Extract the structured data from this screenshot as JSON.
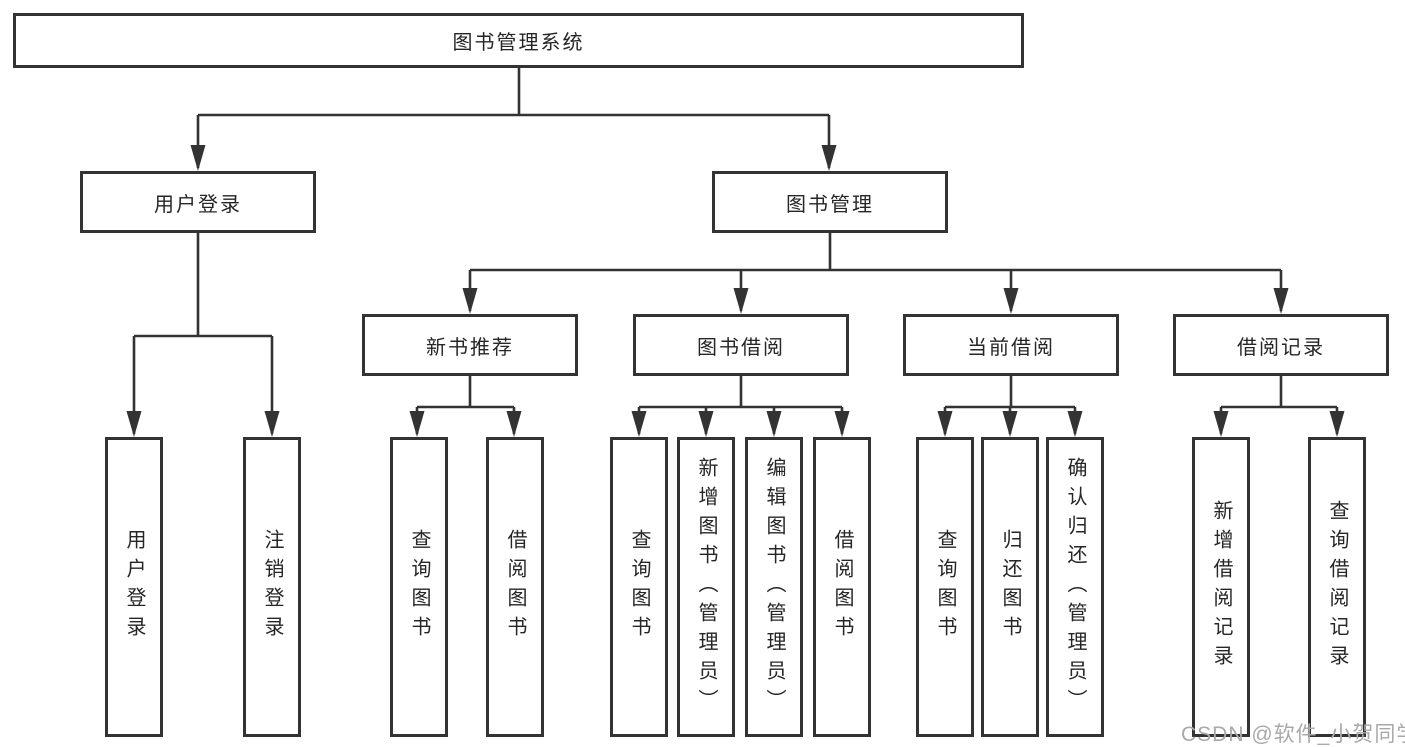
{
  "diagram": {
    "title": "图书管理系统",
    "nodes": [
      {
        "id": "root",
        "label": "图书管理系统"
      },
      {
        "id": "user-login",
        "label": "用户登录"
      },
      {
        "id": "book-mgmt",
        "label": "图书管理"
      },
      {
        "id": "new-book-rec",
        "label": "新书推荐"
      },
      {
        "id": "book-borrow",
        "label": "图书借阅"
      },
      {
        "id": "current-borrow",
        "label": "当前借阅"
      },
      {
        "id": "borrow-record",
        "label": "借阅记录"
      },
      {
        "id": "leaf-user-login",
        "label": "用户登录"
      },
      {
        "id": "leaf-logout",
        "label": "注销登录"
      },
      {
        "id": "leaf-query-books-rec",
        "label": "查询图书"
      },
      {
        "id": "leaf-borrow-books-rec",
        "label": "借阅图书"
      },
      {
        "id": "leaf-query-books-borrow",
        "label": "查询图书"
      },
      {
        "id": "leaf-add-books",
        "label": "新增图书（管理员）"
      },
      {
        "id": "leaf-edit-books",
        "label": "编辑图书（管理员）"
      },
      {
        "id": "leaf-borrow-books",
        "label": "借阅图书"
      },
      {
        "id": "leaf-query-books-current",
        "label": "查询图书"
      },
      {
        "id": "leaf-return-books",
        "label": "归还图书"
      },
      {
        "id": "leaf-confirm-return",
        "label": "确认归还（管理员）"
      },
      {
        "id": "leaf-add-borrow-record",
        "label": "新增借阅记录"
      },
      {
        "id": "leaf-query-borrow-record",
        "label": "查询借阅记录"
      }
    ],
    "edges": [
      [
        "root",
        "user-login"
      ],
      [
        "root",
        "book-mgmt"
      ],
      [
        "user-login",
        "leaf-user-login"
      ],
      [
        "user-login",
        "leaf-logout"
      ],
      [
        "book-mgmt",
        "new-book-rec"
      ],
      [
        "book-mgmt",
        "book-borrow"
      ],
      [
        "book-mgmt",
        "current-borrow"
      ],
      [
        "book-mgmt",
        "borrow-record"
      ],
      [
        "new-book-rec",
        "leaf-query-books-rec"
      ],
      [
        "new-book-rec",
        "leaf-borrow-books-rec"
      ],
      [
        "book-borrow",
        "leaf-query-books-borrow"
      ],
      [
        "book-borrow",
        "leaf-add-books"
      ],
      [
        "book-borrow",
        "leaf-edit-books"
      ],
      [
        "book-borrow",
        "leaf-borrow-books"
      ],
      [
        "current-borrow",
        "leaf-query-books-current"
      ],
      [
        "current-borrow",
        "leaf-return-books"
      ],
      [
        "current-borrow",
        "leaf-confirm-return"
      ],
      [
        "borrow-record",
        "leaf-add-borrow-record"
      ],
      [
        "borrow-record",
        "leaf-query-borrow-record"
      ]
    ]
  },
  "watermark": {
    "text": "CSDN @软件_小贺同学"
  },
  "colors": {
    "line": "#333333",
    "box_border": "#333333",
    "box_fill": "#ffffff",
    "text": "#262626",
    "watermark": "#a9a9a9"
  }
}
